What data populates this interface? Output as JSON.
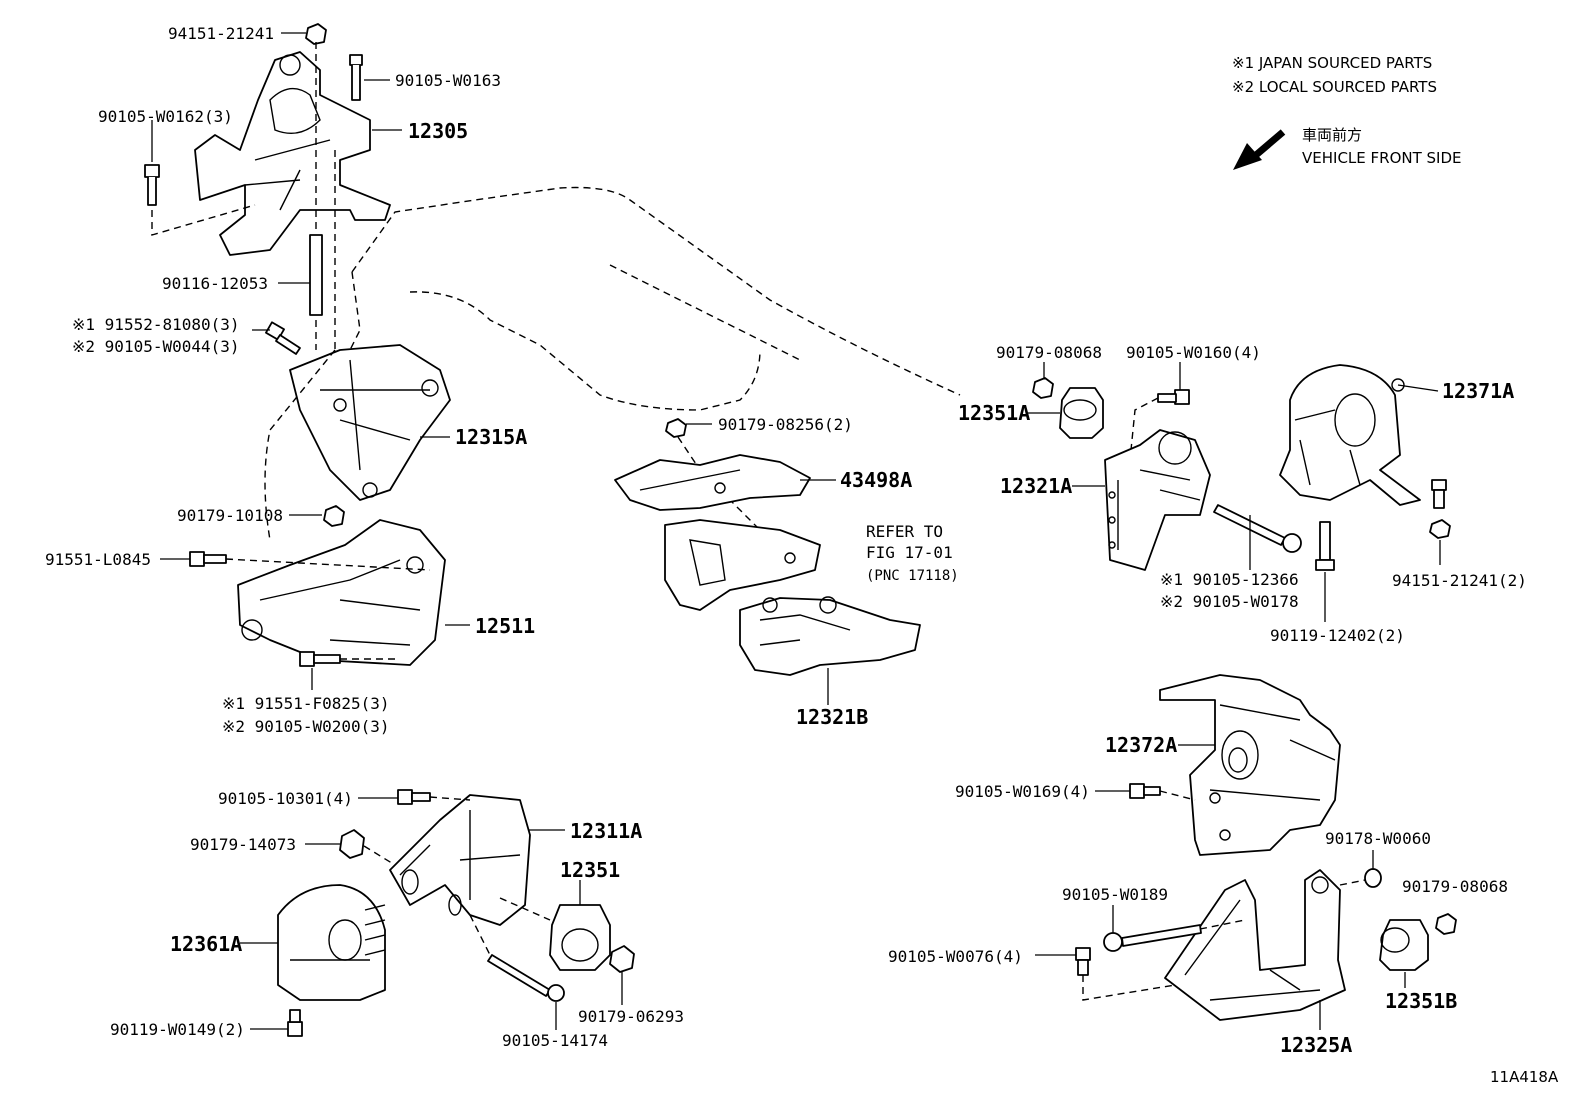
{
  "legend": {
    "japan": "※1  JAPAN SOURCED PARTS",
    "local": "※2  LOCAL SOURCED PARTS"
  },
  "direction": {
    "jp": "車両前方",
    "en": "VEHICLE FRONT SIDE",
    "icon": "arrow-down-left-icon"
  },
  "refer": {
    "line1": "REFER TO",
    "line2": "FIG 17-01",
    "line3": "(PNC 17118)"
  },
  "labels": {
    "p94151_21241_top": "94151-21241",
    "p90105_W0163": "90105-W0163",
    "p90105_W0162": "90105-W0162(3)",
    "p12305": "12305",
    "p90116_12053": "90116-12053",
    "p91552_81080": "※1 91552-81080(3)",
    "p90105_W0044": "※2 90105-W0044(3)",
    "p12315A": "12315A",
    "p90179_10108": "90179-10108",
    "p91551_L0845": "91551-L0845",
    "p12511": "12511",
    "p91551_F0825": "※1 91551-F0825(3)",
    "p90105_W0200": "※2 90105-W0200(3)",
    "p90105_10301": "90105-10301(4)",
    "p12311A": "12311A",
    "p90179_14073": "90179-14073",
    "p12351": "12351",
    "p12361A": "12361A",
    "p90119_W0149": "90119-W0149(2)",
    "p90179_06293": "90179-06293",
    "p90105_14174": "90105-14174",
    "p90179_08256": "90179-08256(2)",
    "p43498A": "43498A",
    "p12321B": "12321B",
    "p90179_08068_top": "90179-08068",
    "p90105_W0160": "90105-W0160(4)",
    "p12351A": "12351A",
    "p12321A": "12321A",
    "p90105_12366": "※1 90105-12366",
    "p90105_W0178": "※2 90105-W0178",
    "p12371A": "12371A",
    "p94151_21241_2": "94151-21241(2)",
    "p90119_12402": "90119-12402(2)",
    "p12372A": "12372A",
    "p90105_W0169": "90105-W0169(4)",
    "p90178_W0060": "90178-W0060",
    "p90105_W0189": "90105-W0189",
    "p90179_08068_bot": "90179-08068",
    "p90105_W0076": "90105-W0076(4)",
    "p12351B": "12351B",
    "p12325A": "12325A",
    "figure_id": "11A418A"
  }
}
